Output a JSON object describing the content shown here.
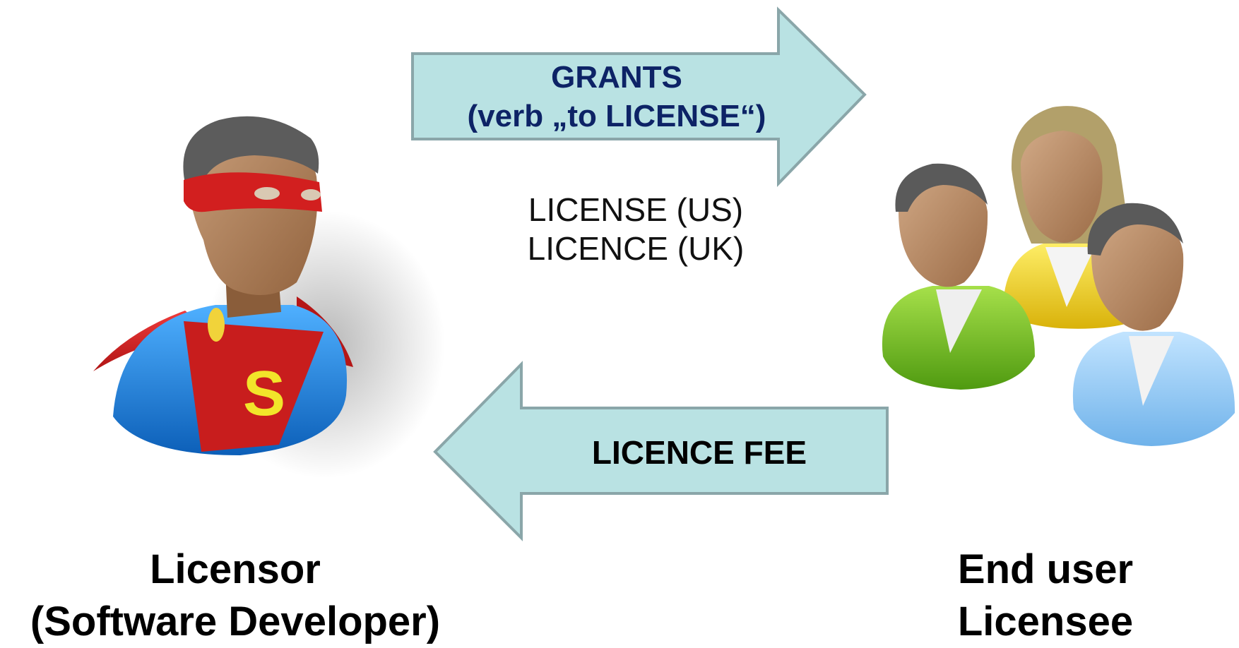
{
  "arrow_grants": {
    "line1": "GRANTS",
    "line2": "(verb „to LICENSE“)"
  },
  "spellings": {
    "us": "LICENSE (US)",
    "uk": "LICENCE (UK)"
  },
  "arrow_fee": {
    "label": "LICENCE FEE"
  },
  "licensor": {
    "line1": "Licensor",
    "line2": "(Software Developer)",
    "chest_letter": "S"
  },
  "end_user": {
    "line1": "End user",
    "line2": "Licensee"
  },
  "colors": {
    "arrow_fill": "#b9e2e3",
    "arrow_stroke": "#8aa6a9",
    "arrow_text": "#0d2366",
    "cape_red": "#d21f1f",
    "suit_blue": "#1f86e0",
    "skin": "#b4835e",
    "hair": "#5e5e5e",
    "user_green": "#79c21f",
    "user_yellow": "#efd21a",
    "user_blue": "#8fcaf3"
  }
}
